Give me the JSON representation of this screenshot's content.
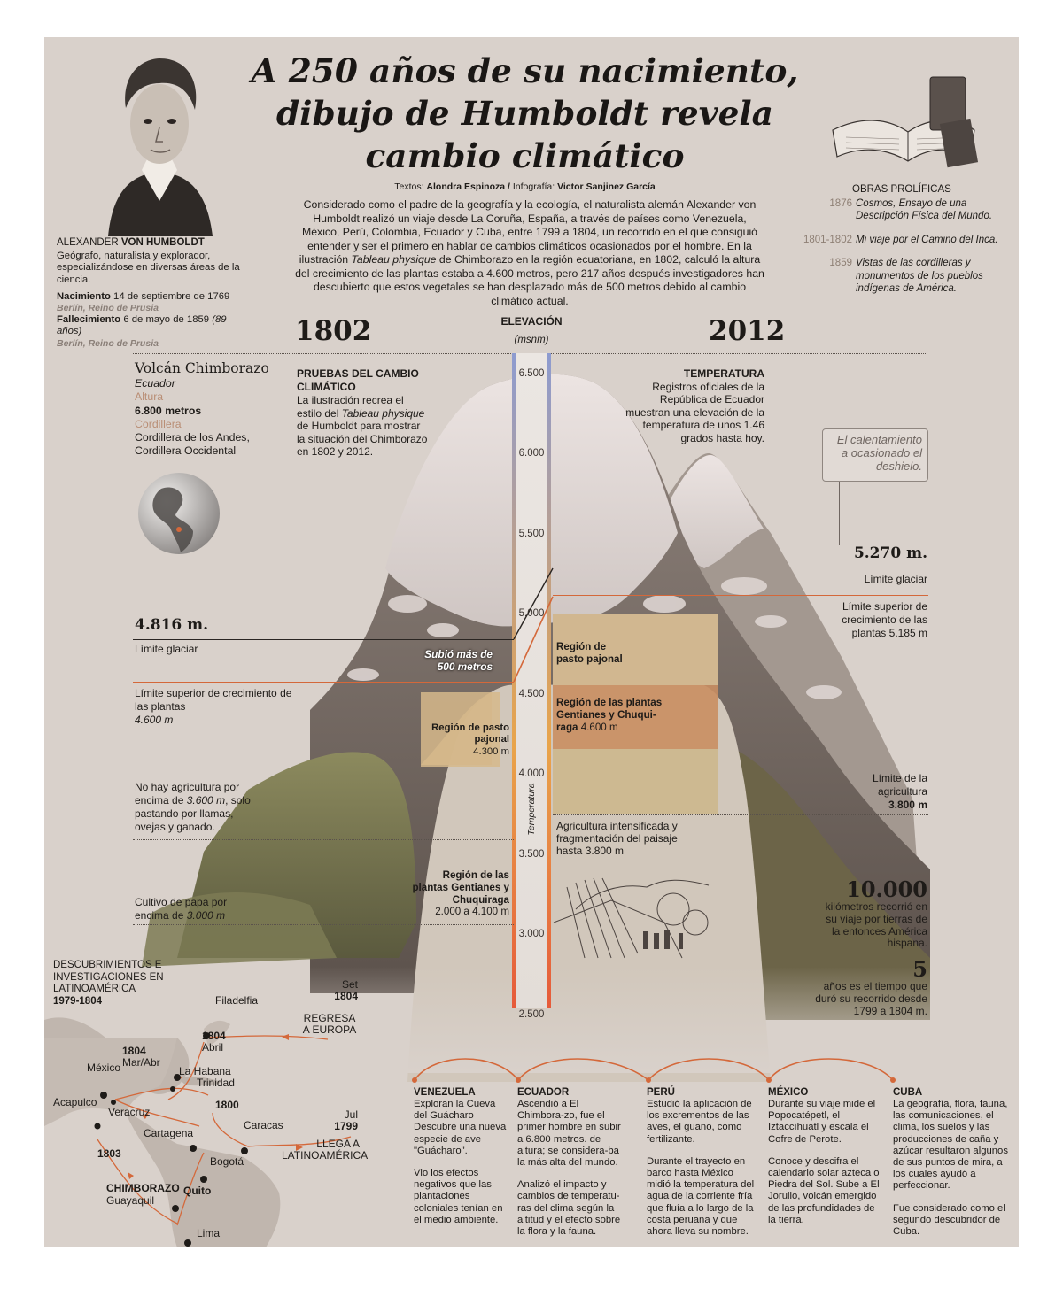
{
  "title": {
    "line1": "A 250 años de su nacimiento,",
    "line2": "dibujo de Humboldt revela",
    "line3": "cambio climático"
  },
  "credits": {
    "texts_label": "Textos:",
    "texts_name": "Alondra Espinoza",
    "sep": "/",
    "infographic_label": "Infografía:",
    "infographic_name": "Victor Sanjinez García"
  },
  "intro": {
    "part1": "Considerado como el padre de la geografía y la ecología, el naturalista alemán Alexander von Humboldt realizó un viaje desde La Coruña, España, a través de países como Venezuela, México, Perú, Colombia, Ecuador y Cuba, entre 1799 a 1804, un recorrido en el que consiguió entender y ser el primero en hablar de cambios climáticos ocasionados por el hombre. En la ilustración ",
    "em1": "Tableau physique",
    "part2": " de Chimborazo en la región ecuatoriana, en 1802, calculó la altura del crecimiento de las plantas estaba a 4.600 metros, pero 217 años después investigadores han descubierto que estos vegetales se han desplazado más de 500 metros debido al cambio climático actual."
  },
  "bio": {
    "name_prefix": "ALEXANDER ",
    "name_bold": "VON HUMBOLDT",
    "desc": "Geógrafo, naturalista y explorador, especializándose en diversas áreas de la ciencia.",
    "birth_label": "Nacimiento",
    "birth_date": " 14 de septiembre de 1769",
    "birth_place": "Berlín, Reino de Prusia",
    "death_label": "Fallecimiento",
    "death_date": " 6 de mayo de 1859 ",
    "death_age": "(89 años)",
    "death_place": "Berlín, Reino de Prusia"
  },
  "works": {
    "heading": "OBRAS PROLÍFICAS",
    "items": [
      {
        "year": "1876",
        "title": "Cosmos, Ensayo de una Descripción Física del Mundo."
      },
      {
        "year": "1801-1802",
        "title": "Mi viaje por el Camino del Inca."
      },
      {
        "year": "1859",
        "title": "Vistas de las cordilleras y monumentos de los pueblos indígenas de América."
      }
    ]
  },
  "diagram": {
    "year_left": "1802",
    "year_right": "2012",
    "elevation_label": "ELEVACIÓN",
    "elevation_unit": "(msnm)",
    "temperature_label": "Temperatura",
    "scale": [
      "6.500",
      "6.000",
      "5.500",
      "5.000",
      "4.500",
      "4.000",
      "3.500",
      "3.000",
      "2.500"
    ]
  },
  "volcano": {
    "name": "Volcán Chimborazo",
    "country": "Ecuador",
    "height_label": "Altura",
    "height_value": "6.800 metros",
    "range_label": "Cordillera",
    "range_value": "Cordillera de los Andes, Cordillera Occidental"
  },
  "evidence": {
    "heading": "PRUEBAS DEL CAMBIO CLIMÁTICO",
    "part1": "La ilustración recrea el estilo del ",
    "em": "Tableau physique",
    "part2": " de Humboldt para mostrar la situación del Chimborazo en 1802 y 2012."
  },
  "temperature": {
    "heading": "TEMPERATURA",
    "text": "Registros oficiales de la República de Ecuador muestran una elevación de la temperatura de unos 1.46 grados hasta hoy."
  },
  "callout": "El calentamiento a ocasionado el deshielo.",
  "left_labels": {
    "glacier_value": "4.816 m.",
    "glacier_label": "Límite glaciar",
    "plants_label": "Límite superior de crecimiento de las plantas",
    "plants_value": "4.600 m",
    "agri_text": "No hay agricultura por encima de ",
    "agri_value": "3.600 m",
    "agri_rest": ", solo pastando por llamas, ovejas y ganado.",
    "potato_text": "Cultivo de papa por encima de ",
    "potato_value": "3.000 m"
  },
  "right_labels": {
    "glacier_value": "5.270 m.",
    "glacier_label": "Límite glaciar",
    "plants_label": "Límite superior de crecimiento de las plantas 5.185 m",
    "agri_label": "Límite de la agricultura",
    "agri_value": "3.800 m",
    "intensified": "Agricultura intensificada y fragmentación del paisaje hasta 3.800 m"
  },
  "shift": "Subió más de 500 metros",
  "regions_1802": {
    "pajonal_name": "Región de pasto pajonal",
    "pajonal_value": "4.300 m",
    "gentian_name": "Región de las plantas Gentianes y Chuquiraga",
    "gentian_value": "2.000 a 4.100 m"
  },
  "regions_2012": {
    "pajonal_name": "Región de pasto pajonal",
    "gentian_name": "Región de las plantas Gentianes y Chuqui-raga",
    "gentian_value": "4.600 m"
  },
  "facts": {
    "distance_value": "10.000",
    "distance_text": "kilómetros recorrió en su viaje por tierras de la entonces América hispana.",
    "years_value": "5",
    "years_text": "años es el tiempo que duró su recorrido desde 1799 a 1804 m."
  },
  "map": {
    "heading": "DESCUBRIMIENTOS E INVESTIGACIONES EN LATINOAMÉRICA",
    "period": "1979-1804",
    "cities": [
      "Filadelfia",
      "México",
      "Veracruz",
      "Acapulco",
      "La Habana",
      "Trinidad",
      "Cartagena",
      "Caracas",
      "Bogotá",
      "Quito",
      "Guayaquil",
      "Lima"
    ],
    "chimborazo": "CHIMBORAZO",
    "return_month": "Set",
    "return_year": "1804",
    "return_label": "REGRESA A EUROPA",
    "arrive_month": "Jul",
    "arrive_year": "1799",
    "arrive_label": "LLEGA A LATINOAMÉRICA",
    "label_1804a": "1804",
    "label_1804a_date": "Abril",
    "label_1804b": "1804",
    "label_1804b_date": "Mar/Abr",
    "label_1800": "1800",
    "label_1803": "1803"
  },
  "countries": [
    {
      "name": "VENEZUELA",
      "p1": "Exploran la Cueva del Guácharo Descubre una nueva especie de ave \"Guácharo\".",
      "p2": "Vio los efectos negativos que las plantaciones coloniales tenían en el medio ambiente."
    },
    {
      "name": "ECUADOR",
      "p1": "Ascendió a El Chimbora-zo, fue el primer hombre en subir a 6.800 metros. de altura; se considera-ba la más alta del mundo.",
      "p2": "Analizó el impacto y cambios de temperatu-ras del clima según la altitud y el efecto sobre la flora y la fauna."
    },
    {
      "name": "PERÚ",
      "p1": "Estudió la aplicación de los excrementos de las aves, el guano, como fertilizante.",
      "p2": "Durante el trayecto en barco hasta México midió la temperatura del agua de la corriente fría que fluía a lo largo de la costa peruana y que ahora lleva su nombre."
    },
    {
      "name": "MÉXICO",
      "p1": "Durante su viaje mide el Popocatépetl, el Iztaccíhuatl y escala el Cofre de Perote.",
      "p2": "Conoce y descifra el calendario solar azteca o Piedra del Sol. Sube a El Jorullo, volcán emergido de las profundidades de la tierra."
    },
    {
      "name": "CUBA",
      "p1": "La geografía, flora, fauna, las comunicaciones, el clima, los suelos y las producciones de caña y azúcar resultaron algunos de sus puntos de mira, a los cuales ayudó a perfeccionar.",
      "p2": "Fue considerado como el segundo descubridor de Cuba."
    }
  ]
}
